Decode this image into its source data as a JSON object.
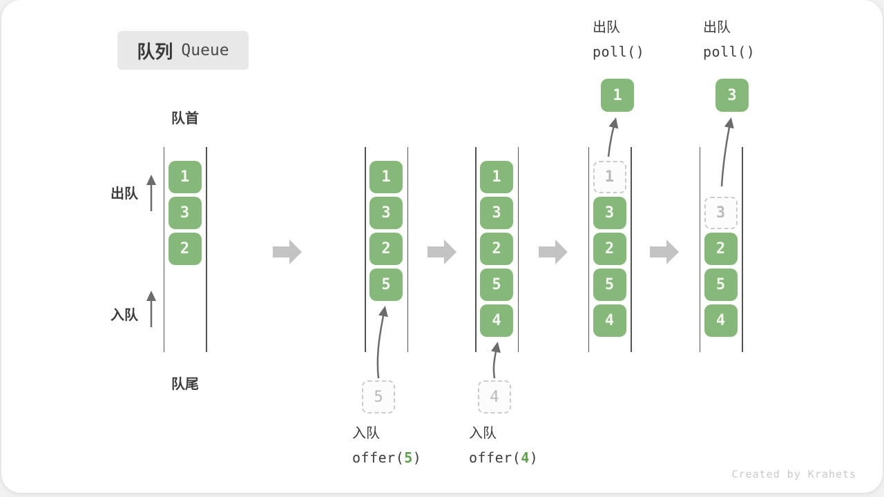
{
  "title": {
    "zh": "队列",
    "en": "Queue"
  },
  "labels": {
    "front": "队首",
    "rear": "队尾",
    "dequeue_side": "出队",
    "enqueue_side": "入队"
  },
  "watermark": "Created by Krahets",
  "colors": {
    "green": "#86b879",
    "accent_green": "#5ba14a",
    "title_bg": "#e8e8e8",
    "text": "#3c3c3c",
    "line": "#515151",
    "thin_arrow": "#6b6b6b",
    "block_arrow": "#c3c3c3",
    "dash_border": "#cbcbcb",
    "dash_text": "#b9b9b9",
    "watermark": "#c9c9c9"
  },
  "states": [
    {
      "name": "initial",
      "slots": [
        {
          "value": "1",
          "type": "solid"
        },
        {
          "value": "3",
          "type": "solid"
        },
        {
          "value": "2",
          "type": "solid"
        }
      ]
    },
    {
      "name": "after-offer-5",
      "slots": [
        {
          "value": "1",
          "type": "solid"
        },
        {
          "value": "3",
          "type": "solid"
        },
        {
          "value": "2",
          "type": "solid"
        },
        {
          "value": "5",
          "type": "solid"
        }
      ],
      "pending": "5",
      "operation": {
        "label": "入队",
        "code_pre": "offer(",
        "code_arg": "5",
        "code_post": ")",
        "position": "bottom"
      }
    },
    {
      "name": "after-offer-4",
      "slots": [
        {
          "value": "1",
          "type": "solid"
        },
        {
          "value": "3",
          "type": "solid"
        },
        {
          "value": "2",
          "type": "solid"
        },
        {
          "value": "5",
          "type": "solid"
        },
        {
          "value": "4",
          "type": "solid"
        }
      ],
      "pending": "4",
      "operation": {
        "label": "入队",
        "code_pre": "offer(",
        "code_arg": "4",
        "code_post": ")",
        "position": "bottom"
      }
    },
    {
      "name": "after-poll-1",
      "slots": [
        {
          "value": "1",
          "type": "dashed"
        },
        {
          "value": "3",
          "type": "solid"
        },
        {
          "value": "2",
          "type": "solid"
        },
        {
          "value": "5",
          "type": "solid"
        },
        {
          "value": "4",
          "type": "solid"
        }
      ],
      "result": "1",
      "operation": {
        "label": "出队",
        "code_pre": "poll()",
        "code_arg": "",
        "code_post": "",
        "position": "top"
      }
    },
    {
      "name": "after-poll-3",
      "slots": [
        {
          "type": "empty"
        },
        {
          "value": "3",
          "type": "dashed"
        },
        {
          "value": "2",
          "type": "solid"
        },
        {
          "value": "5",
          "type": "solid"
        },
        {
          "value": "4",
          "type": "solid"
        }
      ],
      "result": "3",
      "operation": {
        "label": "出队",
        "code_pre": "poll()",
        "code_arg": "",
        "code_post": "",
        "position": "top"
      }
    }
  ]
}
